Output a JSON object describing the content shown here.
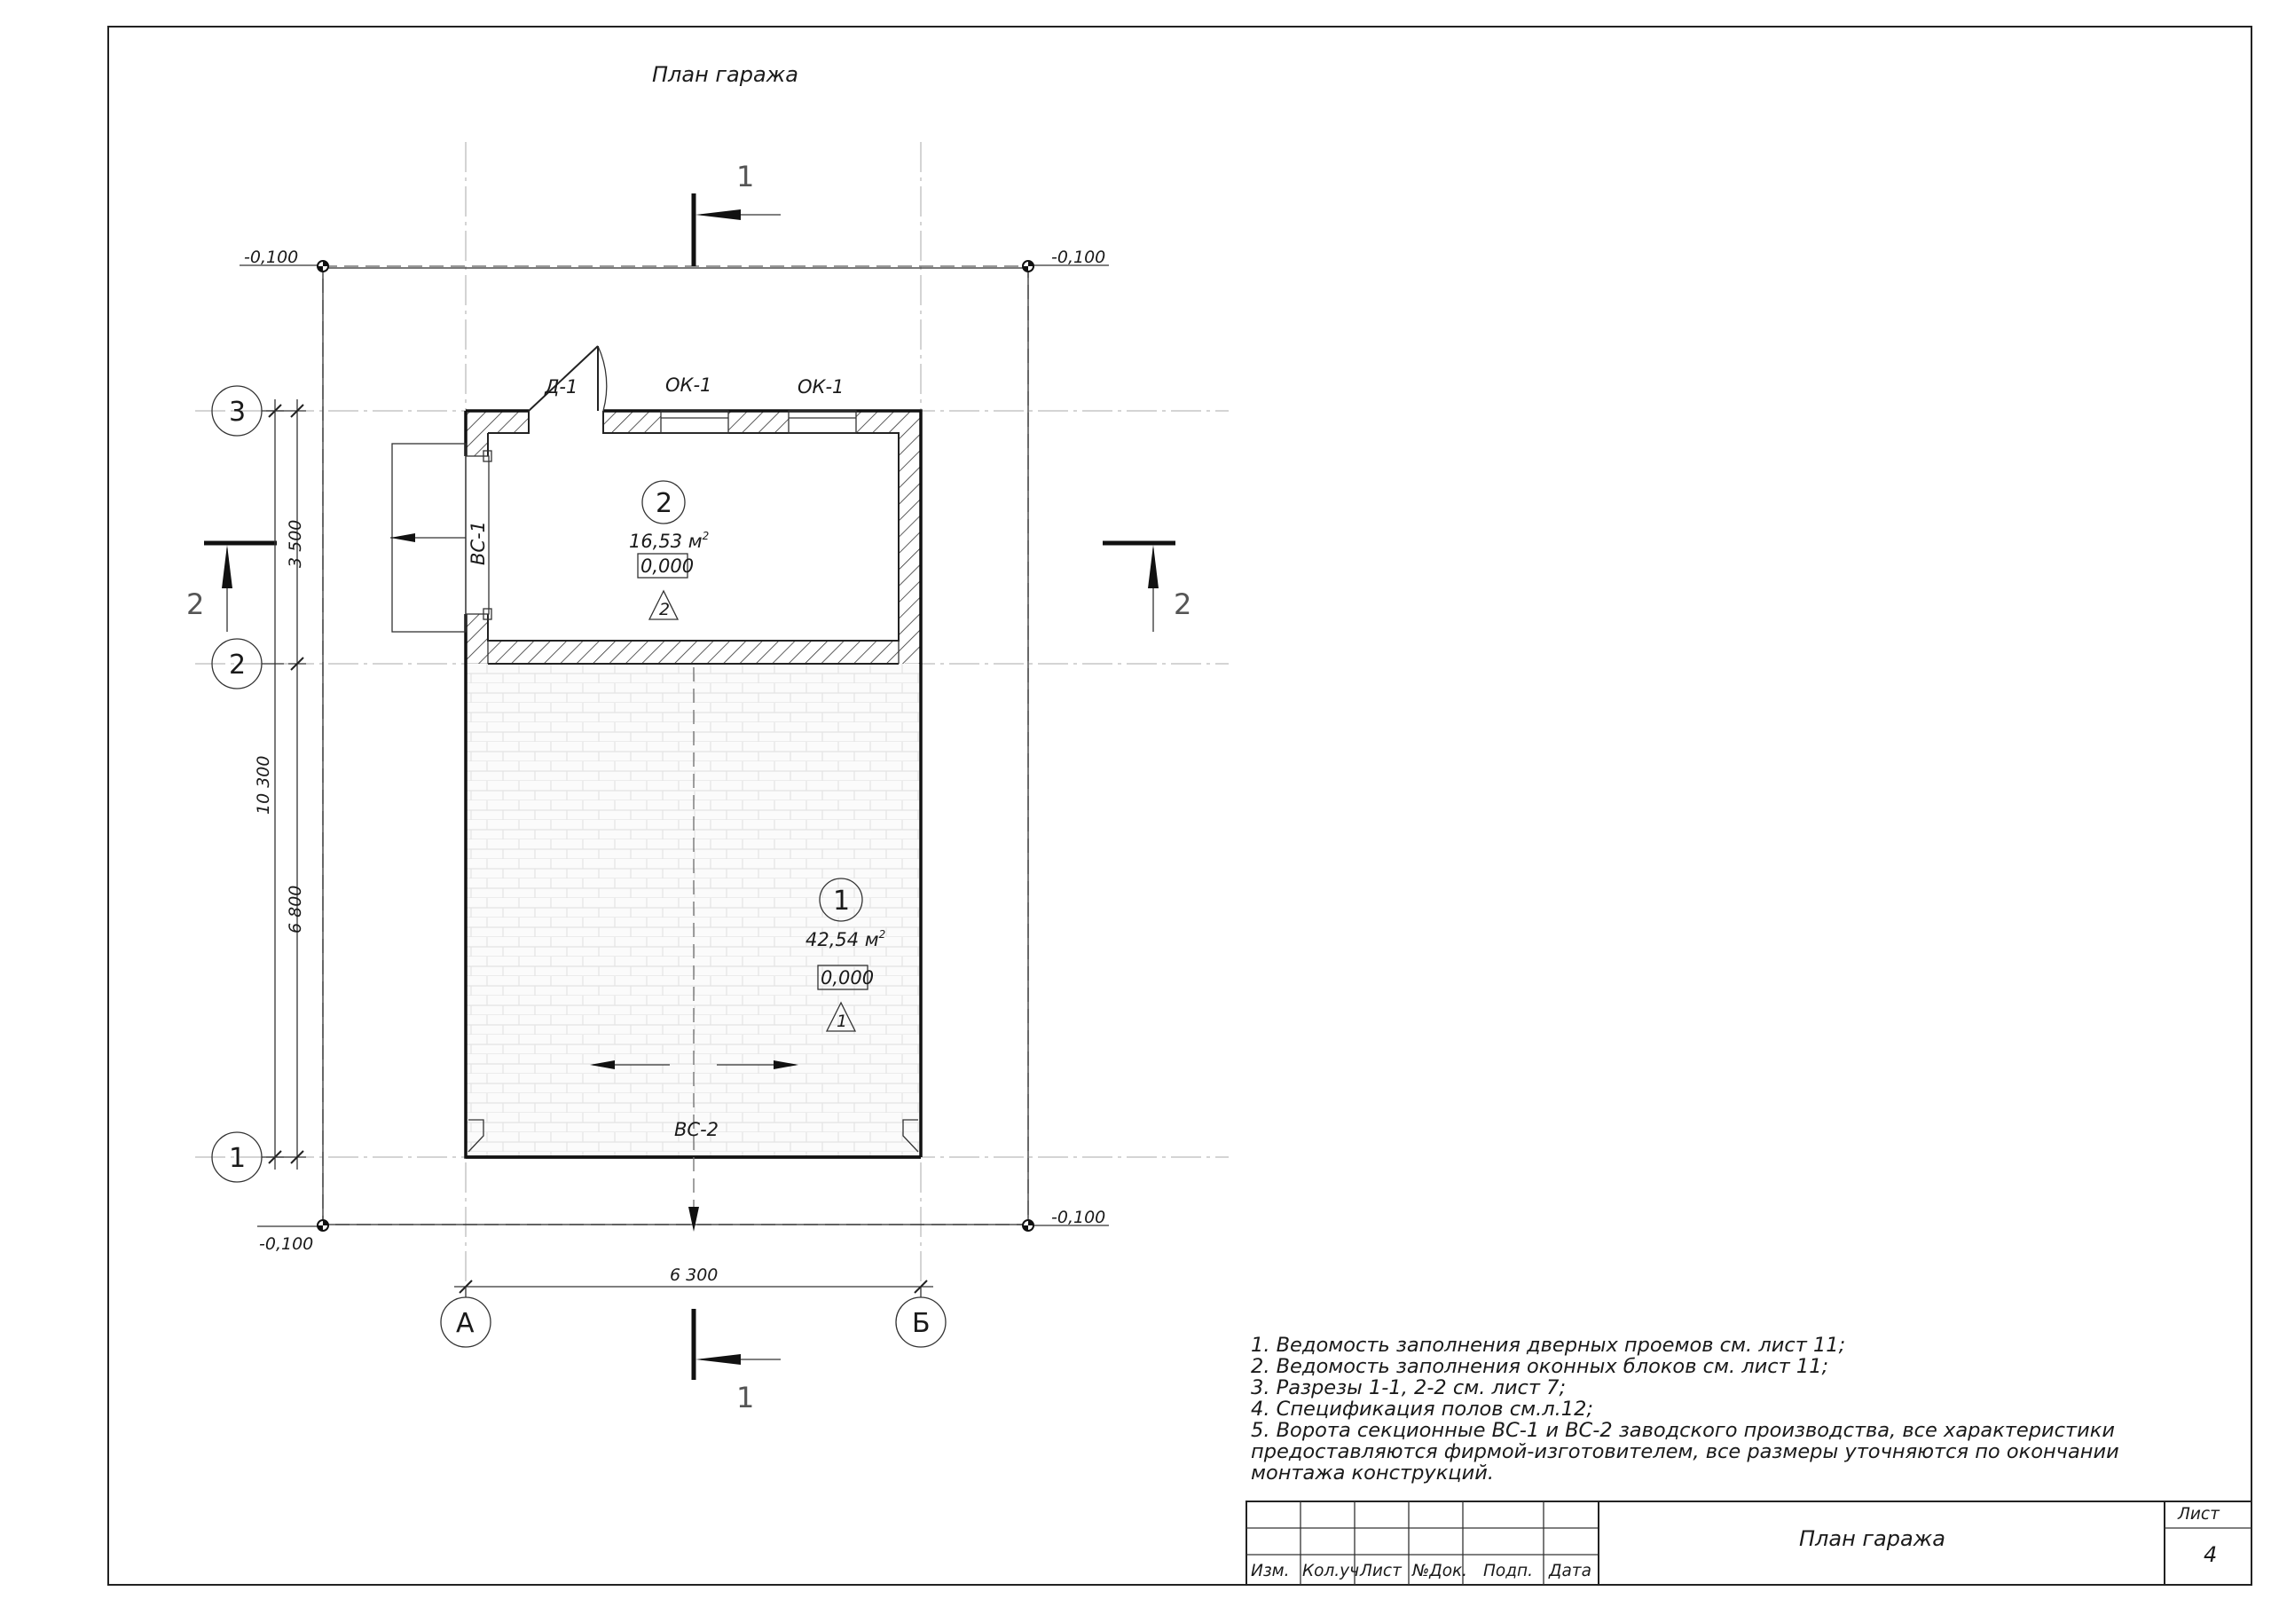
{
  "plan_title": "План гаража",
  "elevations": {
    "top_left": "-0,100",
    "top_right": "-0,100",
    "bottom_left": "-0,100",
    "bottom_right": "-0,100"
  },
  "sections": {
    "top": "1",
    "bottom": "1",
    "left": "2",
    "right": "2"
  },
  "axes": {
    "row_3": "3",
    "row_2": "2",
    "row_1": "1",
    "col_a": "А",
    "col_b": "Б"
  },
  "dimensions": {
    "total_vertical": "10 300",
    "segment_upper": "3 500",
    "segment_lower": "6 800",
    "width": "6 300"
  },
  "openings": {
    "door": "Д-1",
    "window_1": "ОК-1",
    "window_2": "ОК-1",
    "gate_side": "ВС-1",
    "gate_front": "ВС-2"
  },
  "rooms": [
    {
      "number": "2",
      "area": "16,53 м",
      "area_sup": "2",
      "level": "0,000",
      "floor_mark": "2"
    },
    {
      "number": "1",
      "area": "42,54 м",
      "area_sup": "2",
      "level": "0,000",
      "floor_mark": "1"
    }
  ],
  "notes": [
    "1. Ведомость заполнения дверных проемов см. лист 11;",
    "2. Ведомость заполнения  оконных блоков см. лист 11;",
    "3. Разрезы 1-1, 2-2  см. лист 7;",
    "4. Спецификация полов см.л.12;",
    "5. Ворота секционные ВС-1 и ВС-2 заводского производства, все характеристики",
    "предоставляются фирмой-изготовителем, все размеры уточняются по окончании",
    "монтажа конструкций."
  ],
  "title_block": {
    "headers": [
      "Изм.",
      "Кол.уч",
      "Лист",
      "№Док.",
      "Подп.",
      "Дата"
    ],
    "title": "План гаража",
    "sheet_label": "Лист",
    "sheet_number": "4"
  }
}
